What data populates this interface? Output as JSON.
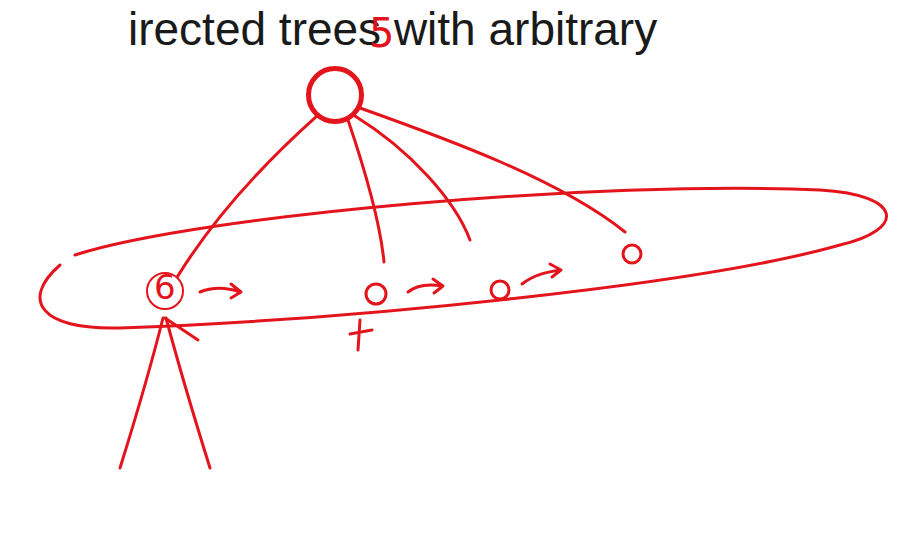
{
  "diagram": {
    "title": "irected trees with arbitrary",
    "nodes": [
      {
        "text": [
          "5"
        ]
      },
      {
        "text": [
          "6"
        ]
      }
    ],
    "edges": [
      {
        "from": 0,
        "to": 1,
        "arrow": "none"
      }
    ]
  }
}
